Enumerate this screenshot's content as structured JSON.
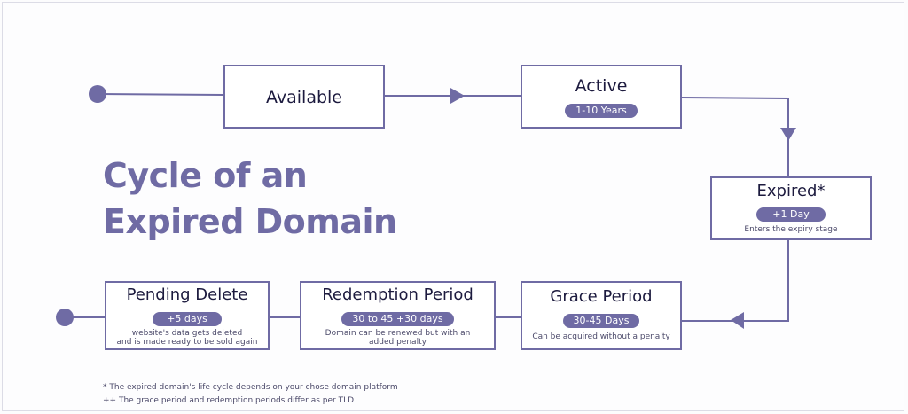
{
  "title_lines": [
    "Cycle of an",
    "Expired Domain"
  ],
  "stages": {
    "available": {
      "label": "Available"
    },
    "active": {
      "label": "Active",
      "badge": "1-10 Years"
    },
    "expired": {
      "label": "Expired*",
      "badge": "+1 Day",
      "desc": "Enters the expiry stage"
    },
    "grace": {
      "label": "Grace Period",
      "badge": "30-45 Days",
      "desc": "Can be acquired without a penalty"
    },
    "redemption": {
      "label": "Redemption Period",
      "badge": "30 to 45 +30 days",
      "desc_lines": [
        "Domain can be renewed but with an",
        "added penalty"
      ]
    },
    "pending_delete": {
      "label": "Pending Delete",
      "badge": "+5 days",
      "desc_lines": [
        "website's data gets deleted",
        "and is made ready to be sold again"
      ]
    }
  },
  "footnotes": [
    "* The expired domain's life cycle depends on your chose domain platform",
    "++ The grace period and redemption periods differ as per TLD"
  ],
  "colors": {
    "accent": "#6f6ba4",
    "text": "#1c1a3e",
    "background": "#ffffff"
  }
}
